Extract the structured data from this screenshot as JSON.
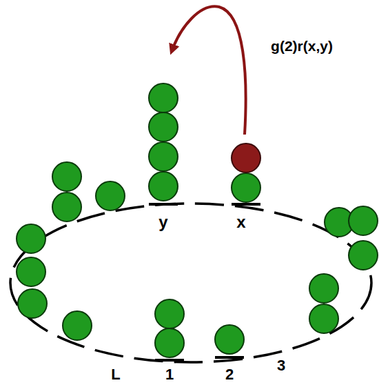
{
  "diagram": {
    "labels": [
      "g(2)r(x,y)",
      "y",
      "x",
      "L",
      "1",
      "2",
      "3"
    ]
  }
}
